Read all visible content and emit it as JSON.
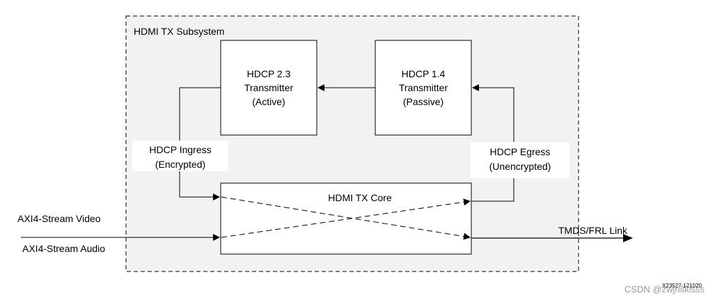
{
  "diagram": {
    "subsystem": {
      "title": "HDMI TX Subsystem"
    },
    "blocks": {
      "hdcp23": {
        "line1": "HDCP 2.3",
        "line2": "Transmitter",
        "line3": "(Active)"
      },
      "hdcp14": {
        "line1": "HDCP 1.4",
        "line2": "Transmitter",
        "line3": "(Passive)"
      },
      "core": {
        "title": "HDMI TX Core"
      }
    },
    "labels": {
      "ingress_line1": "HDCP Ingress",
      "ingress_line2": "(Encrypted)",
      "egress_line1": "HDCP Egress",
      "egress_line2": "(Unencrypted)",
      "axi_video": "AXI4-Stream Video",
      "axi_audio": "AXI4-Stream Audio",
      "tmds": "TMDS/FRL Link"
    },
    "figure_id": "X23527-121020",
    "watermark": "CSDN @zwjhitkisss"
  },
  "colors": {
    "background": "#ffffff",
    "subsystem_fill": "#f2f2f2",
    "line": "#000000",
    "watermark": "#9a9a9a"
  }
}
